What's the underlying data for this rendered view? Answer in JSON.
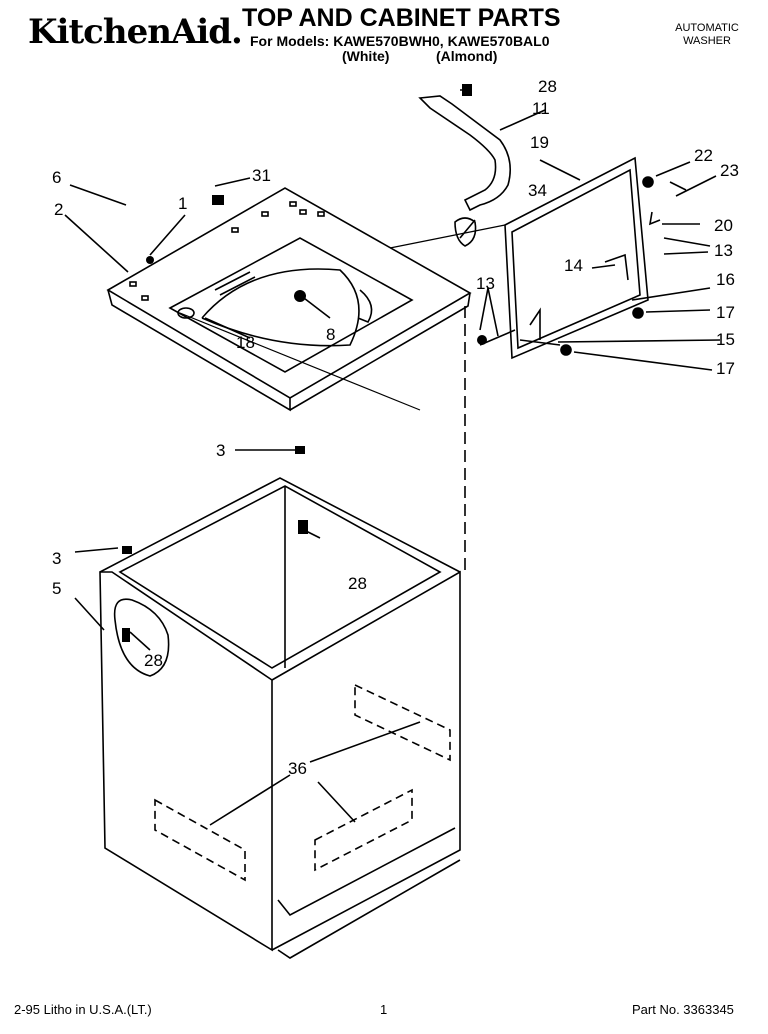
{
  "header": {
    "brand": "KitchenAid.",
    "title": "TOP AND CABINET PARTS",
    "models": "For Models: KAWE570BWH0, KAWE570BAL0",
    "color1": "(White)",
    "color2": "(Almond)",
    "appliance_line1": "AUTOMATIC",
    "appliance_line2": "WASHER"
  },
  "footer": {
    "litho": "2-95  Litho in U.S.A.(LT.)",
    "page": "1",
    "part_no": "Part No. 3363345"
  },
  "callouts": [
    "28",
    "11",
    "19",
    "22",
    "23",
    "6",
    "31",
    "34",
    "1",
    "2",
    "20",
    "13",
    "14",
    "16",
    "17",
    "13",
    "15",
    "17",
    "8",
    "18",
    "3",
    "3",
    "28",
    "5",
    "28",
    "36"
  ]
}
